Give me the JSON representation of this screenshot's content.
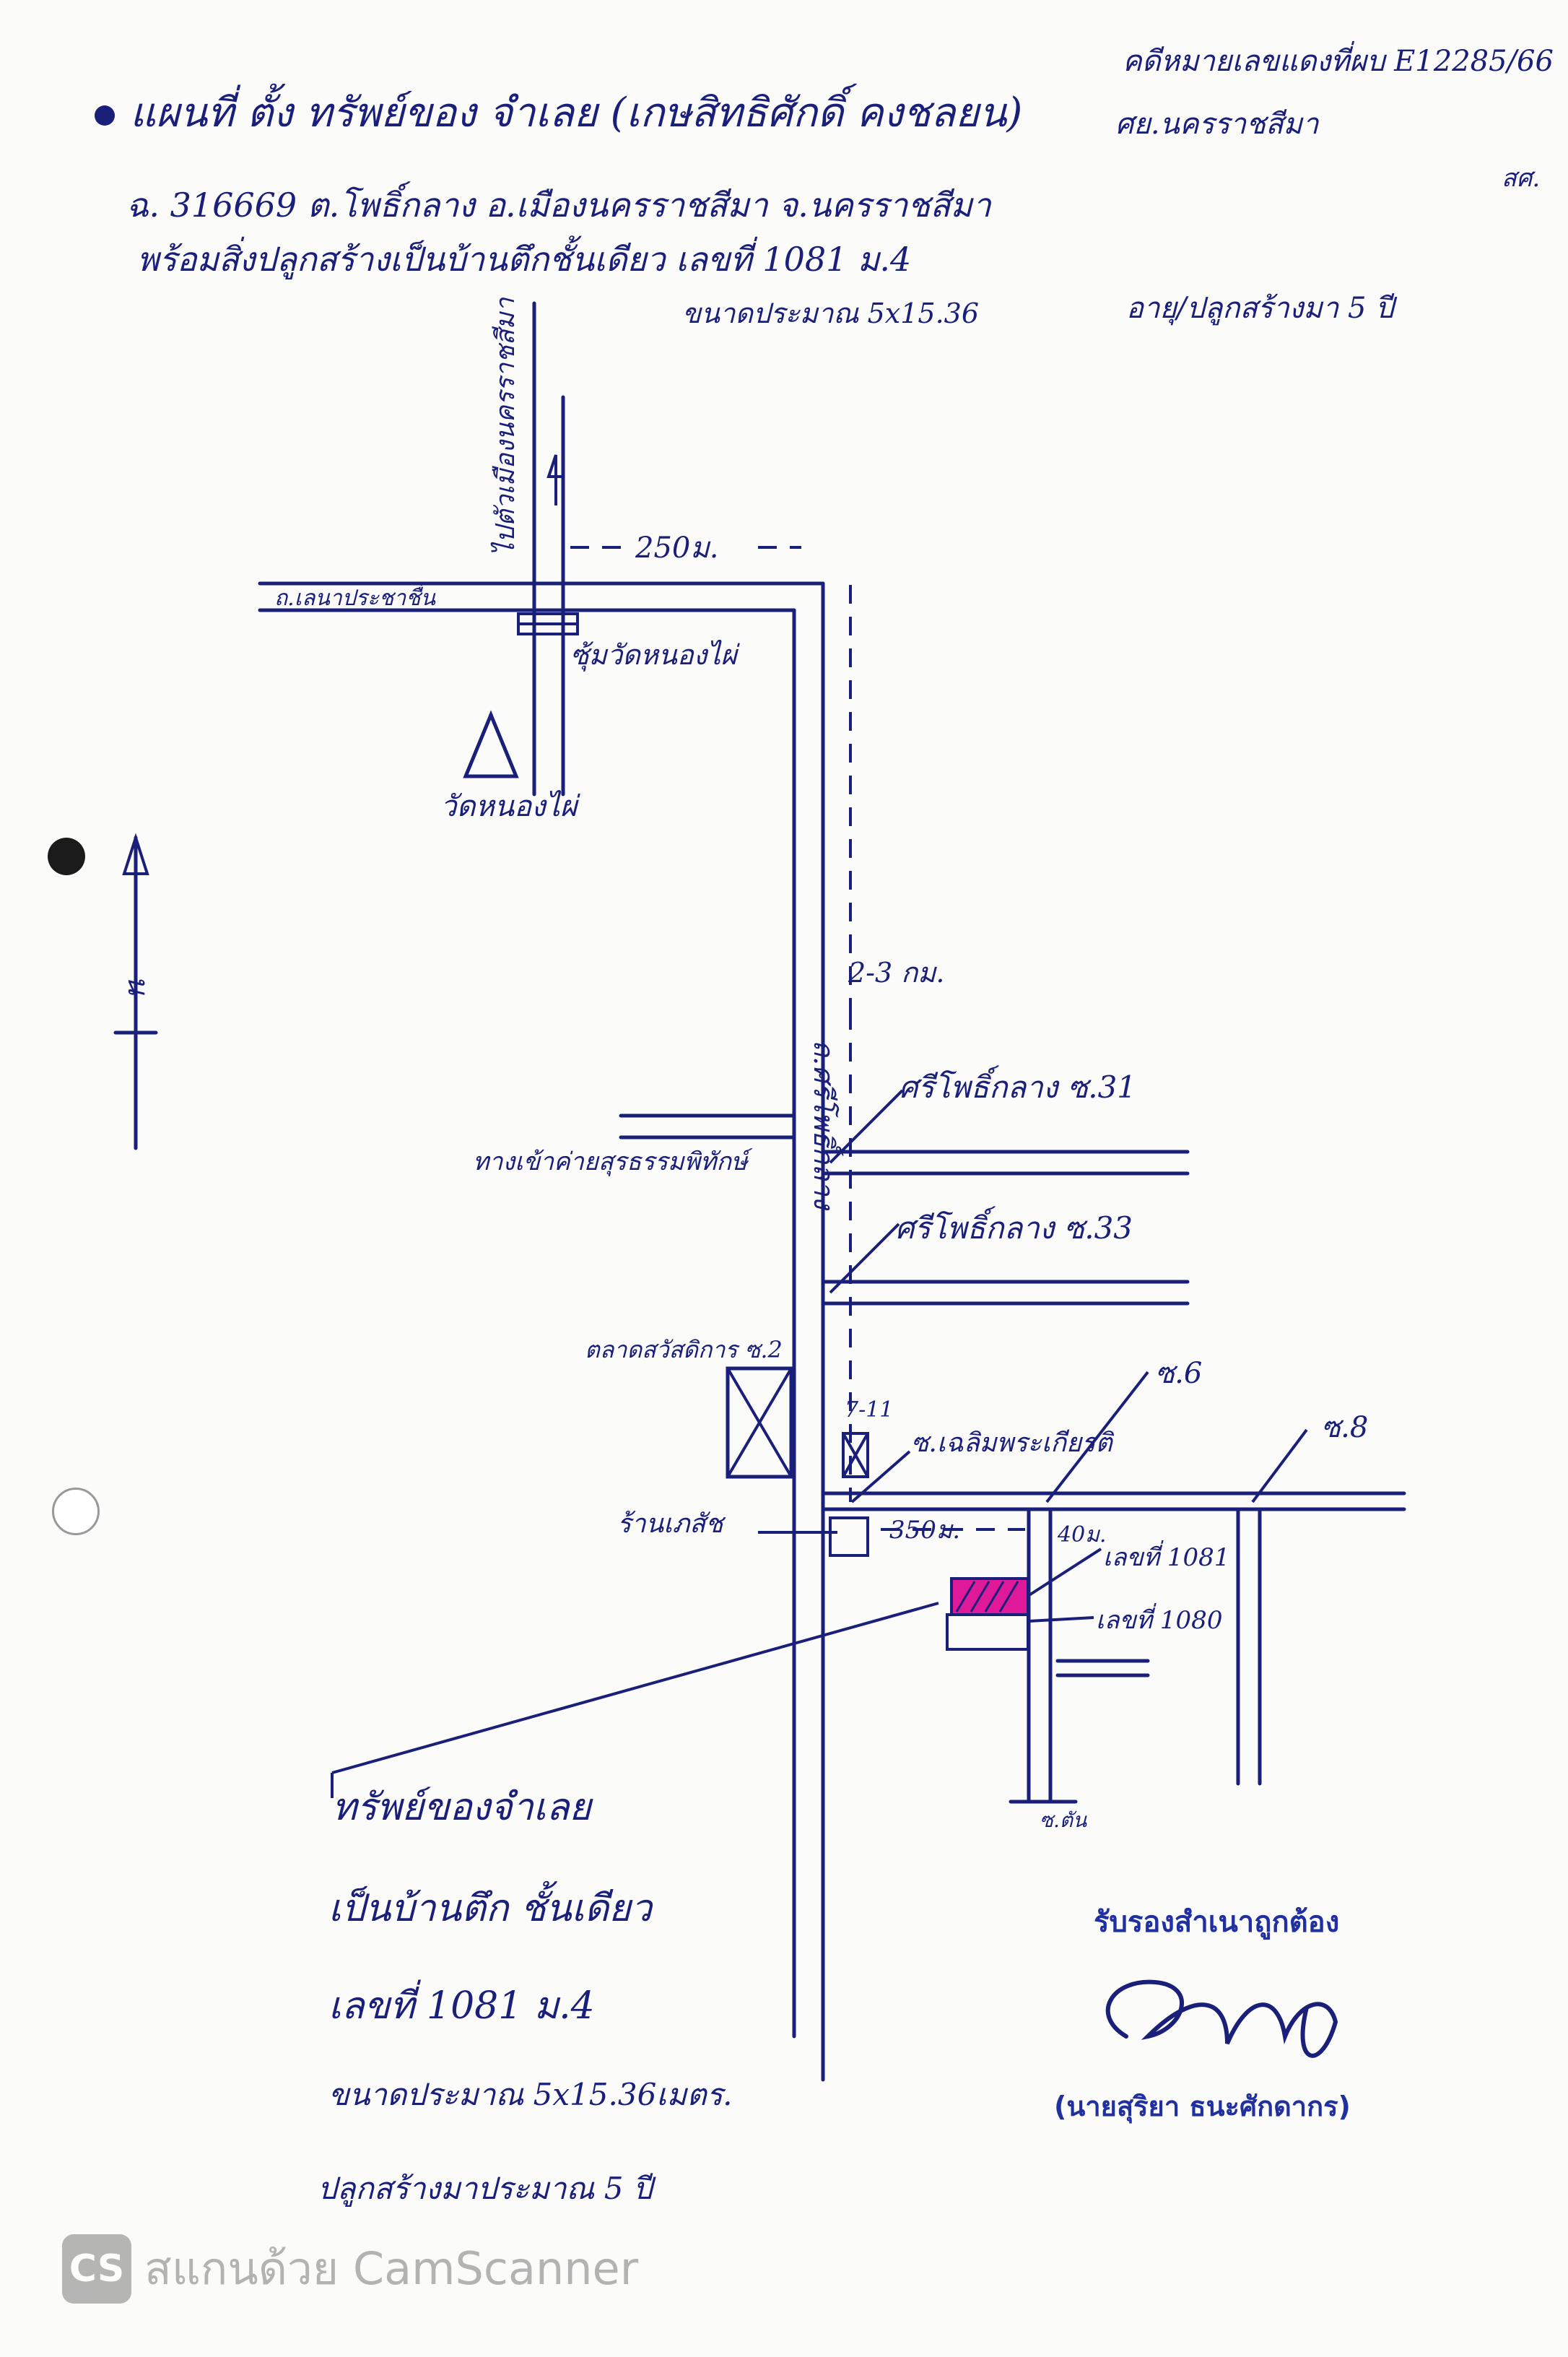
{
  "header": {
    "title": "แผนที่ ตั้ง ทรัพย์ของ จำเลย (เกษสิทธิศักดิ์ คงชลยน)",
    "case_ref": "คดีหมายเลขแดงที่ผบ E12285/66",
    "court": "ศย.นครราชสีมา",
    "initials": "สศ.",
    "deed_line": "ฉ. 316669 ต.โพธิ์กลาง อ.เมืองนครราชสีมา จ.นครราชสีมา",
    "building_line": "พร้อมสิ่งปลูกสร้างเป็นบ้านตึกชั้นเดียว เลขที่ 1081 ม.4",
    "size_line": "ขนาดประมาณ 5x15.36",
    "age_line": "อายุ/ปลูกสร้างมา 5 ปี"
  },
  "map_labels": {
    "road_to_city": "ไปตัวเมืองนครราชสีมา",
    "dist_250": "250ม.",
    "road_lennaprachatuan": "ถ.เลนาประชาชื่น",
    "gate": "ซุ้มวัดหนองไผ่",
    "temple": "วัดหนองไผ่",
    "north": "น",
    "road_sripho": "ถ.ศรีโพธิ์กลาง",
    "dist_2_3km": "2-3 กม.",
    "soi31": "ศรีโพธิ์กลาง ซ.31",
    "camp_entrance": "ทางเข้าค่ายสุรธรรมพิทักษ์",
    "soi33": "ศรีโพธิ์กลาง ซ.33",
    "market": "ตลาดสวัสดิการ ซ.2",
    "seven_eleven": "7-11",
    "soi_chalerm": "ซ.เฉลิมพระเกียรติ",
    "soi6": "ซ.6",
    "soi8": "ซ.8",
    "pharmacy": "ร้านเภสัช",
    "dist_350": "350ม.",
    "dist_40": "40ม.",
    "house_1081": "เลขที่ 1081",
    "house_1080": "เลขที่ 1080",
    "dead_end": "ซ.ตัน"
  },
  "property_note": {
    "line1": "ทรัพย์ของจำเลย",
    "line2": "เป็นบ้านตึก ชั้นเดียว",
    "line3": "เลขที่ 1081 ม.4",
    "line4": "ขนาดประมาณ 5x15.36เมตร.",
    "line5": "ปลูกสร้างมาประมาณ 5 ปี"
  },
  "certification": {
    "stamp": "รับรองสำเนาถูกต้อง",
    "name": "(นายสุริยา ธนะศักดากร)"
  },
  "watermark": {
    "logo": "CS",
    "text": "สแกนด้วย CamScanner"
  },
  "colors": {
    "ink": "#1a1f7a",
    "stamp": "#2030a0",
    "property_highlight": "#e0199a"
  }
}
